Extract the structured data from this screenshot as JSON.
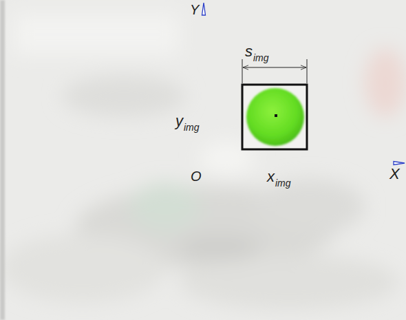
{
  "diagram": {
    "labels": [
      "Y",
      "X",
      "O",
      "s",
      "img",
      "y",
      "img",
      "x",
      "img"
    ]
  }
}
